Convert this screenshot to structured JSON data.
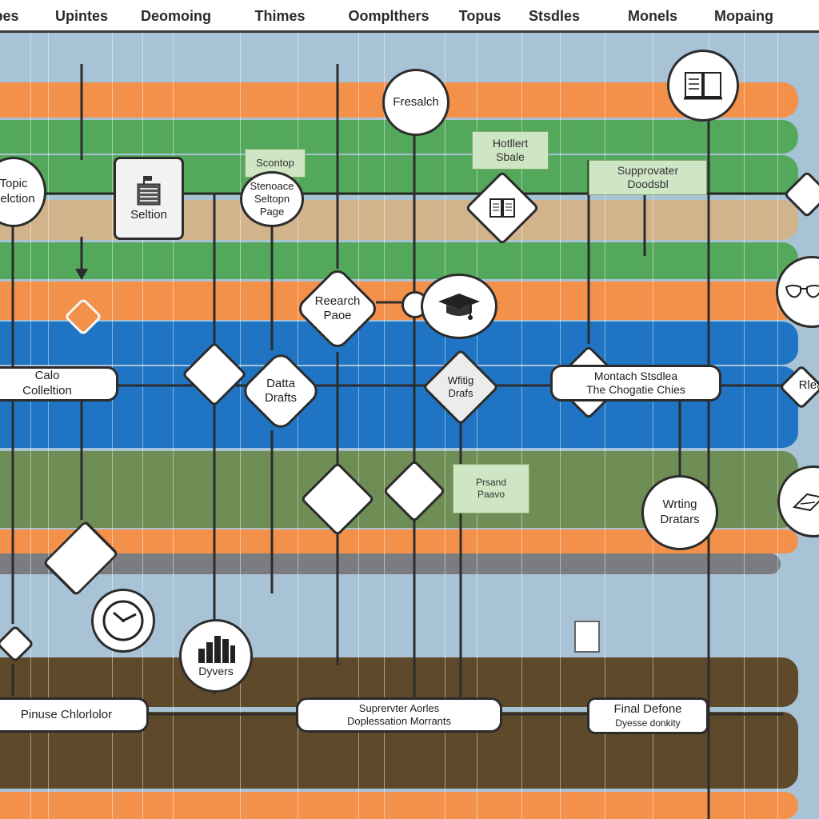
{
  "header": {
    "labels": [
      "pes",
      "Upintes",
      "Deomoing",
      "Thimes",
      "Oomplthers",
      "Topus",
      "Stsdles",
      "Monels",
      "Mopaing"
    ]
  },
  "nodes": {
    "topic_selection": {
      "line1": "Topic",
      "line2": "Selction"
    },
    "selection_box": {
      "label": "Seltion"
    },
    "small_note": {
      "label": "Scontop"
    },
    "selection_page": {
      "line1": "Stenoace",
      "line2": "Seltopn",
      "line3": "Page"
    },
    "fresearch": {
      "label": "Fresalch"
    },
    "hotlert": {
      "line1": "Hotllert",
      "line2": "Sbale"
    },
    "supervisor_top": {
      "line1": "Supprovater",
      "line2": "Doodsbl"
    },
    "research_page": {
      "line1": "Reearch",
      "line2": "Paoe"
    },
    "data_collection": {
      "line1": "Calo",
      "line2": "Colleltion"
    },
    "data_drafts": {
      "line1": "Datta",
      "line2": "Drafts"
    },
    "writing_drafts_diamond": {
      "line1": "Wfitig",
      "line2": "Drafs"
    },
    "montack": {
      "line1": "Montach Stsdlea",
      "line2": "The Chogatie Chies"
    },
    "right_edge": {
      "label": "Rlea"
    },
    "small_note2": {
      "line1": "Prsand",
      "line2": "Paavo"
    },
    "writing_drafts": {
      "line1": "Wrting",
      "line2": "Dratars"
    },
    "divers": {
      "label": "Dyvers"
    },
    "phase_checklist": {
      "label": "Pinuse Chlorlolor"
    },
    "supervisor_bottom": {
      "line1": "Suprervter Aorles",
      "line2": "Doplessation Morrants"
    },
    "final_defense": {
      "line1": "Final Defone",
      "line2": "Dyesse donkity"
    }
  },
  "icons": {
    "book": "book-icon",
    "graduation": "graduation-cap-icon",
    "glasses": "glasses-icon",
    "clock": "clock-icon",
    "chart": "bar-chart-icon",
    "document": "document-icon",
    "page": "page-icon"
  },
  "colors": {
    "background": "#a9c3d6",
    "orange": "#f3904a",
    "green": "#54a85c",
    "tan": "#d2b48c",
    "blue": "#1f75c4",
    "olive": "#6e8e56",
    "gray": "#7a7c80",
    "brown": "#5e4a2a",
    "note": "#cfe6c4"
  }
}
